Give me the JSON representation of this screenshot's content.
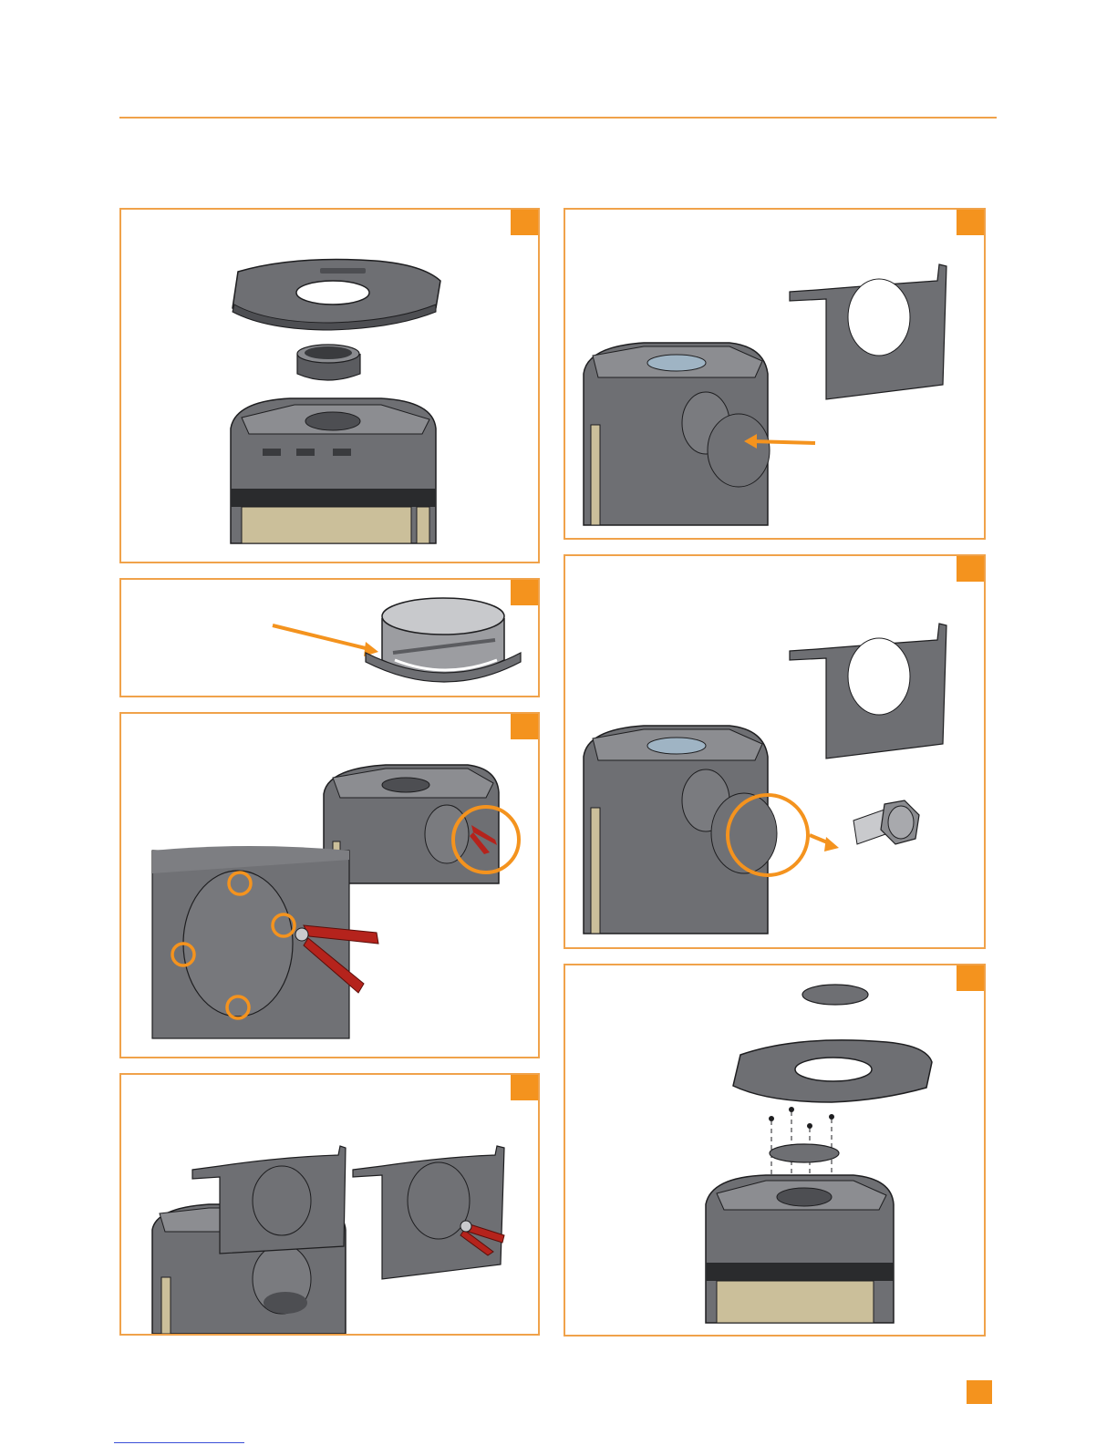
{
  "colors": {
    "accent": "#f4931e",
    "frame": "#f0a24a",
    "stove_body": "#6e6f73",
    "stove_dark": "#3a3b3e",
    "glass": "#cbbf9a",
    "outline": "#1e1e20",
    "tool_red": "#b5231c",
    "footer_link": "#3a4fd8"
  },
  "icons": {
    "top_plate": "stove-top-plate-icon",
    "flue_collar": "flue-collar-icon",
    "pliers": "pliers-icon",
    "hex_bolt": "hex-bolt-icon",
    "arrow": "orange-arrow-icon",
    "highlight": "orange-circle-highlight-icon"
  },
  "steps": [
    {
      "id": "step-1",
      "depicts": "top-plate-and-collar-exploded"
    },
    {
      "id": "step-2",
      "depicts": "flue-collar-detail"
    },
    {
      "id": "step-3",
      "depicts": "cut-side-knockout"
    },
    {
      "id": "step-4",
      "depicts": "rear-panel-knockout"
    },
    {
      "id": "step-5",
      "depicts": "insert-rear-collar"
    },
    {
      "id": "step-6",
      "depicts": "fix-collar-with-bolts"
    },
    {
      "id": "step-7",
      "depicts": "close-top-outlet"
    }
  ]
}
